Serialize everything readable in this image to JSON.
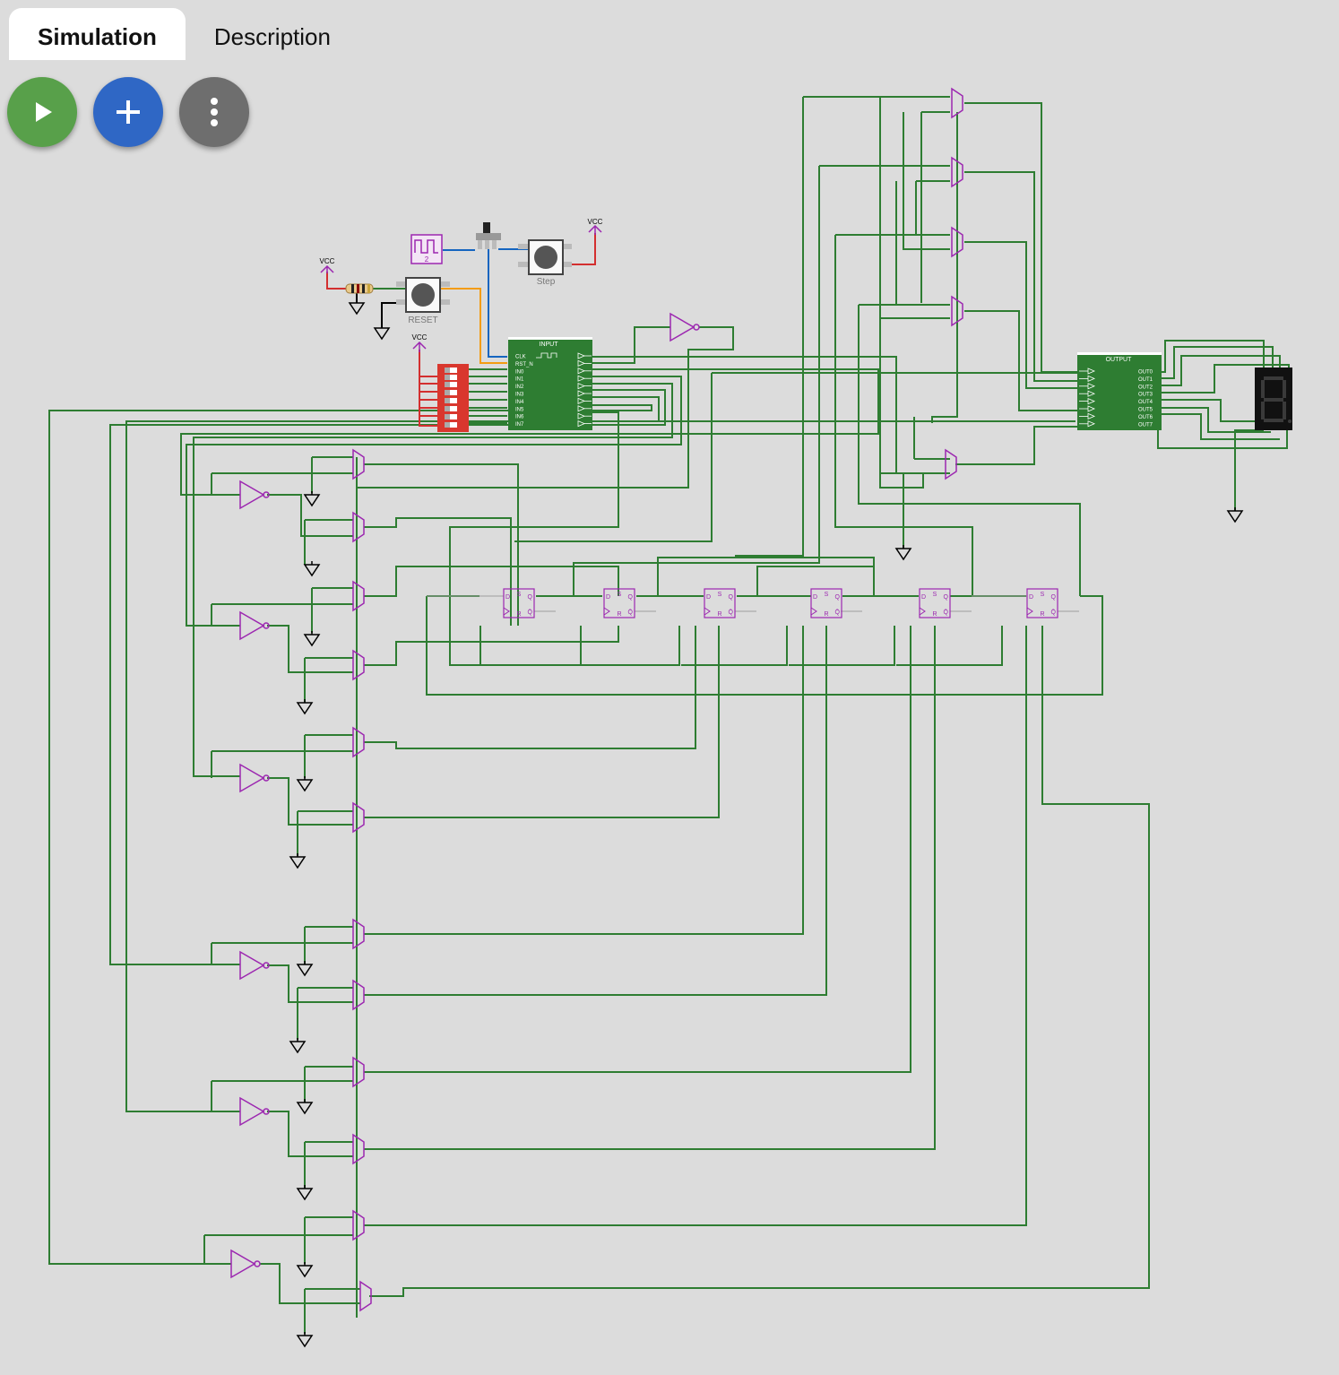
{
  "tabs": [
    {
      "label": "Simulation",
      "active": true
    },
    {
      "label": "Description",
      "active": false
    }
  ],
  "fabs": [
    {
      "icon": "play-icon",
      "color": "#58a04a"
    },
    {
      "icon": "plus-icon",
      "color": "#2f67c5"
    },
    {
      "icon": "more-vertical-icon",
      "color": "#6e6e6e"
    }
  ],
  "circuit": {
    "vcc_label": "VCC",
    "clock_label": "2",
    "step_label": "Step",
    "reset_label": "RESET",
    "input_module": {
      "title": "INPUT",
      "pins": [
        "CLK",
        "RST_N",
        "IN0",
        "IN1",
        "IN2",
        "IN3",
        "IN4",
        "IN5",
        "IN6",
        "IN7"
      ]
    },
    "output_module": {
      "title": "OUTPUT",
      "pins": [
        "OUT0",
        "OUT1",
        "OUT2",
        "OUT3",
        "OUT4",
        "OUT5",
        "OUT6",
        "OUT7"
      ]
    },
    "flipflop_pins": {
      "d": "D",
      "s": "S",
      "q": "Q",
      "r": "R",
      "qn": "Q̄"
    },
    "wire_color": "#2e7d32",
    "component_color": "#9c27b0"
  }
}
